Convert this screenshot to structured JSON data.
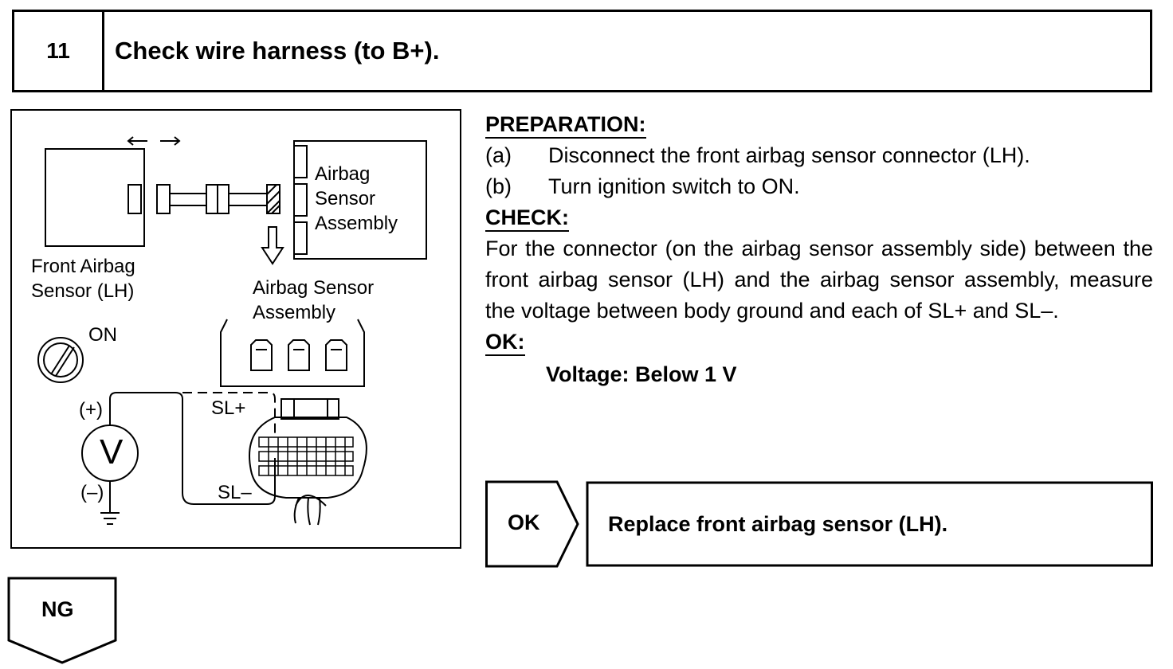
{
  "step": {
    "number": "11",
    "title": "Check wire harness (to B+)."
  },
  "diagram": {
    "label_front_sensor_line1": "Front Airbag",
    "label_front_sensor_line2": "Sensor (LH)",
    "label_airbag_assembly_top_line1": "Airbag",
    "label_airbag_assembly_top_line2": "Sensor",
    "label_airbag_assembly_top_line3": "Assembly",
    "label_airbag_assembly_line1": "Airbag Sensor",
    "label_airbag_assembly_line2": "Assembly",
    "label_ignition": "ON",
    "label_plus": "(+)",
    "label_minus": "(–)",
    "label_voltmeter": "V",
    "label_sl_plus": "SL+",
    "label_sl_minus": "SL–"
  },
  "instructions": {
    "preparation_heading": "PREPARATION:",
    "steps": [
      {
        "label": "(a)",
        "text": "Disconnect the front airbag sensor connector (LH)."
      },
      {
        "label": "(b)",
        "text": "Turn ignition switch to ON."
      }
    ],
    "check_heading": "CHECK:",
    "check_text": "For the connector (on the airbag sensor assembly side) be­tween the front airbag sensor (LH) and the airbag sensor as­sembly, measure the voltage between body ground and each of SL+ and SL–.",
    "ok_heading": "OK:",
    "ok_spec": "Voltage: Below 1 V"
  },
  "results": {
    "ok_badge": "OK",
    "ok_action": "Replace front airbag sensor (LH).",
    "ng_badge": "NG"
  }
}
